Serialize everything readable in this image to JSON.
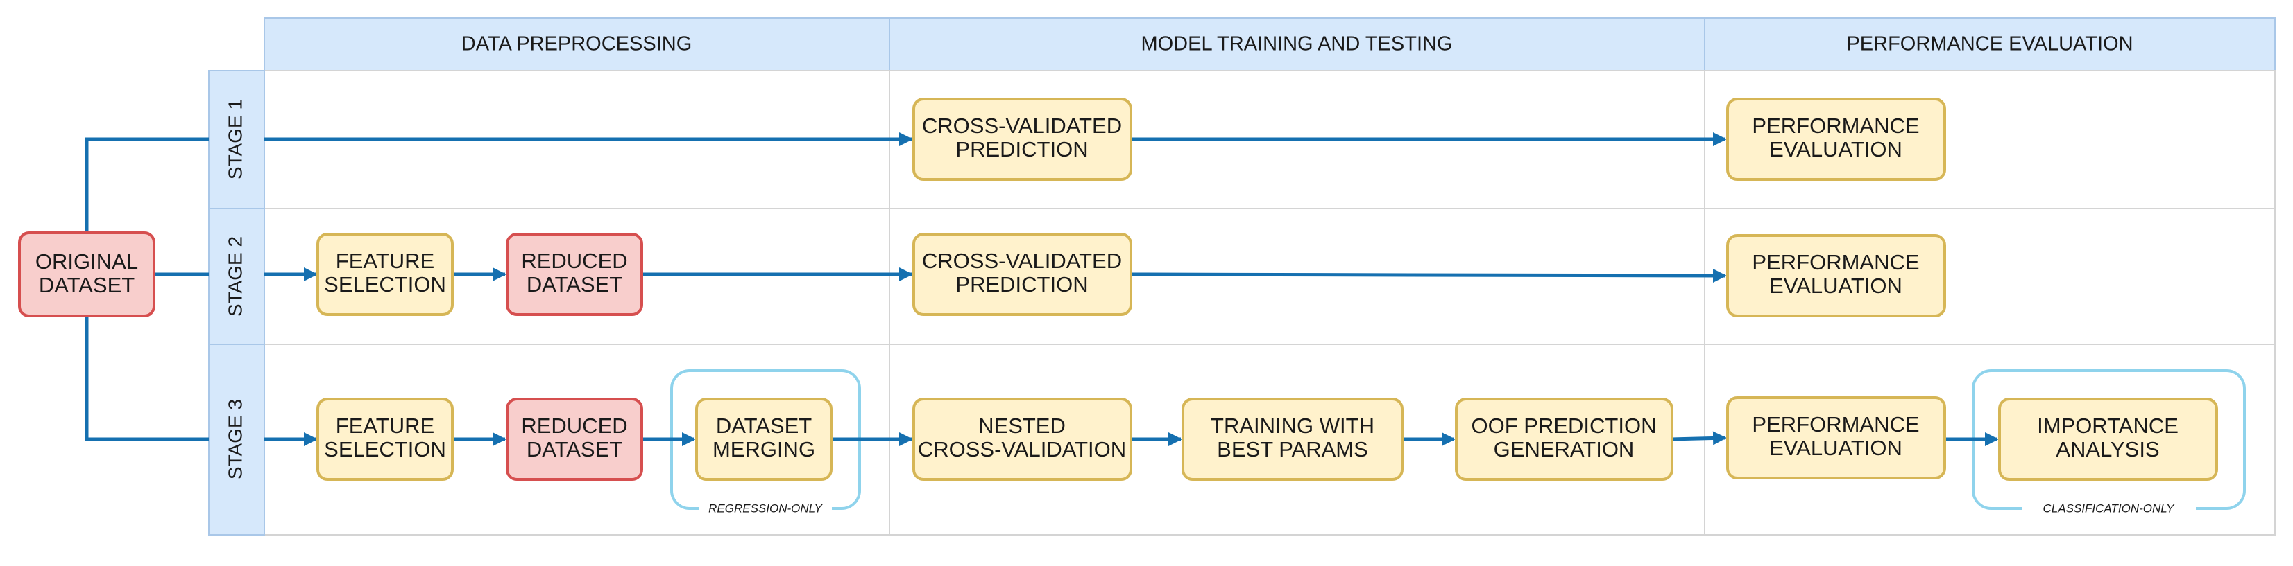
{
  "columns": {
    "preprocessing": "DATA PREPROCESSING",
    "training": "MODEL TRAINING AND TESTING",
    "evaluation": "PERFORMANCE EVALUATION"
  },
  "stages": {
    "s1": "STAGE 1",
    "s2": "STAGE 2",
    "s3": "STAGE 3"
  },
  "nodes": {
    "original": [
      "ORIGINAL",
      "DATASET"
    ],
    "s1_cv": [
      "CROSS-VALIDATED",
      "PREDICTION"
    ],
    "s1_eval": [
      "PERFORMANCE",
      "EVALUATION"
    ],
    "s2_fs": [
      "FEATURE",
      "SELECTION"
    ],
    "s2_reduced": [
      "REDUCED",
      "DATASET"
    ],
    "s2_cv": [
      "CROSS-VALIDATED",
      "PREDICTION"
    ],
    "s2_eval": [
      "PERFORMANCE",
      "EVALUATION"
    ],
    "s3_fs": [
      "FEATURE",
      "SELECTION"
    ],
    "s3_reduced": [
      "REDUCED",
      "DATASET"
    ],
    "s3_merge": [
      "DATASET",
      "MERGING"
    ],
    "s3_nested": [
      "NESTED",
      "CROSS-VALIDATION"
    ],
    "s3_train": [
      "TRAINING WITH",
      "BEST PARAMS"
    ],
    "s3_oof": [
      "OOF PREDICTION",
      "GENERATION"
    ],
    "s3_eval": [
      "PERFORMANCE",
      "EVALUATION"
    ],
    "s3_importance": [
      "IMPORTANCE",
      "ANALYSIS"
    ]
  },
  "notes": {
    "regression": "REGRESSION-ONLY",
    "classification": "CLASSIFICATION-ONLY"
  },
  "colors": {
    "header_fill": "#d6e8fb",
    "header_stroke": "#a9c7e8",
    "process_fill": "#fff2cc",
    "process_stroke": "#d6b656",
    "data_fill": "#f8cecc",
    "data_stroke": "#d64f4f",
    "arrow": "#1570b0",
    "optional_frame": "#8fd3ec",
    "grid_line": "#d4d4d4"
  }
}
